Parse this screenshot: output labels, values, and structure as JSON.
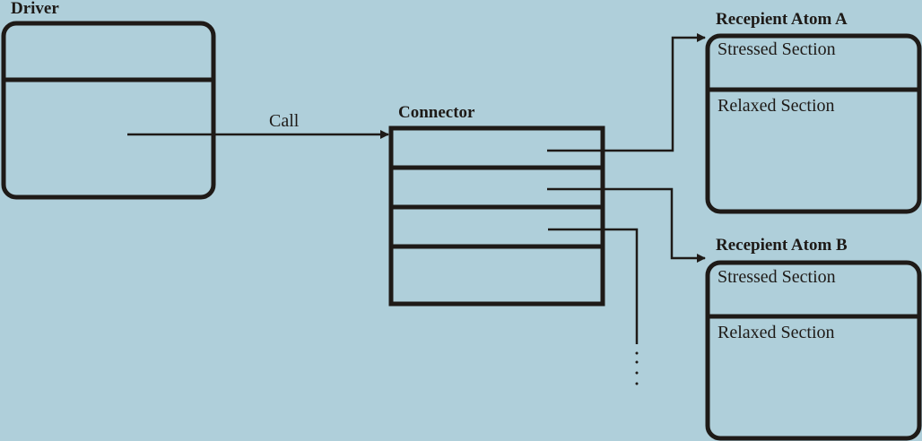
{
  "driver": {
    "title": "Driver"
  },
  "call": {
    "label": "Call"
  },
  "connector": {
    "title": "Connector",
    "slot_count": 4
  },
  "recipients": [
    {
      "title": "Recepient Atom A",
      "stressed": "Stressed Section",
      "relaxed": "Relaxed Section"
    },
    {
      "title": "Recepient Atom B",
      "stressed": "Stressed Section",
      "relaxed": "Relaxed Section"
    }
  ],
  "continuation": {
    "symbol": "⋮"
  },
  "colors": {
    "background": "#afcfda",
    "stroke": "#1e1a17"
  }
}
